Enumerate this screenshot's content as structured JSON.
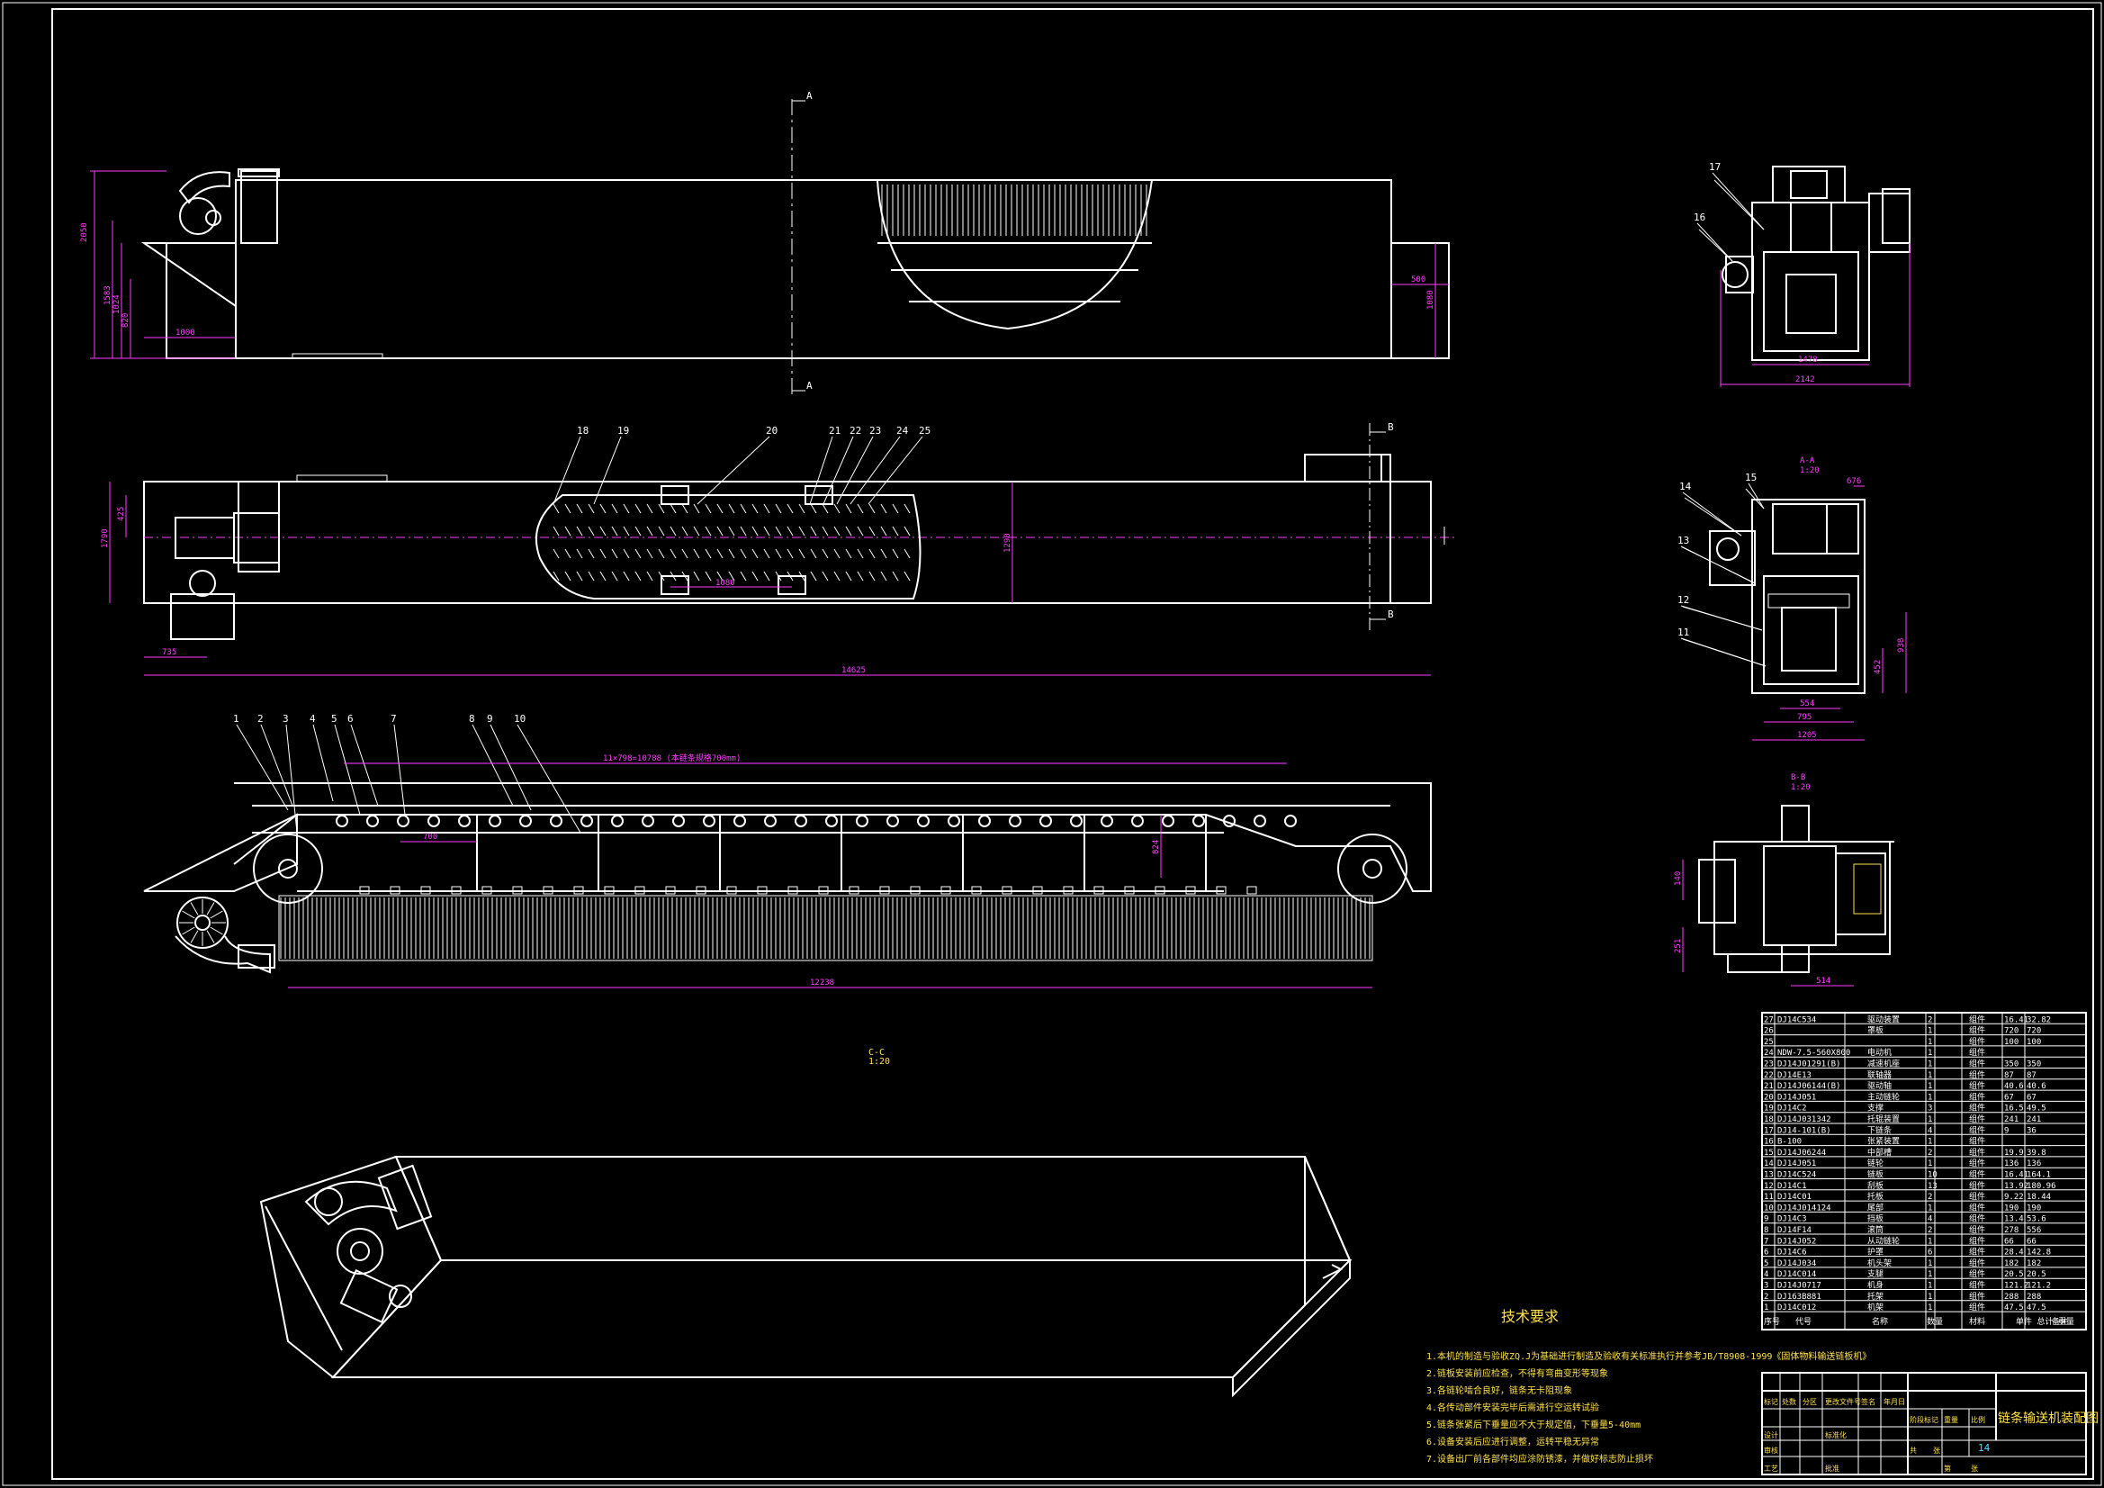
{
  "views": {
    "plan_section_label": "A",
    "side_section_label": "B",
    "section_view_label": "C-C",
    "section_view_scale": "1:20",
    "aa_label": "A-A",
    "aa_scale": "1:20",
    "bb_label": "B-B",
    "bb_scale": "1:20"
  },
  "dimensions": {
    "top_height": "2050",
    "top_h2": "1583",
    "top_h3": "1024",
    "top_h4": "820",
    "top_w1": "1000",
    "top_w2": "500",
    "top_h5": "1080",
    "mid_h1": "1790",
    "mid_h2": "425",
    "mid_w1": "735",
    "mid_total": "14625",
    "mid_pitch": "1080",
    "mid_h3": "1290",
    "side_pitch": "700",
    "side_span": "12238",
    "side_chain": "11×798=10788 (本链条规格700mm)",
    "side_h": "824",
    "right1_w1": "1478",
    "right1_w2": "2142",
    "aa_w": "676",
    "aa_h1": "938",
    "aa_h2": "452",
    "aa_w1": "554",
    "aa_w2": "795",
    "aa_w3": "1205",
    "bb_h1": "140",
    "bb_h2": "251",
    "bb_w1": "514"
  },
  "balloons_mid": [
    "18",
    "19",
    "20",
    "21",
    "22",
    "23",
    "24",
    "25"
  ],
  "balloons_side": [
    "1",
    "2",
    "3",
    "4",
    "5",
    "6",
    "7",
    "8",
    "9",
    "10"
  ],
  "balloons_right_top": [
    "17",
    "16"
  ],
  "balloons_right_aa": [
    "14",
    "15",
    "13",
    "12",
    "11"
  ],
  "tech_requirements": {
    "title": "技术要求",
    "items": [
      "1.本机的制造与验收ZQ.J为基础进行制造及验收有关标准执行并参考JB/T8908-1999《固体物料输送链板机》",
      "2.链板安装前应检查，不得有弯曲变形等现象",
      "3.各链轮啮合良好，链条无卡阻现象",
      "4.各传动部件安装完毕后需进行空运转试验",
      "5.链条张紧后下垂量应不大于规定值，下垂量5-40mm",
      "6.设备安装后应进行调整，运转平稳无异常",
      "7.设备出厂前各部件均应涂防锈漆，并做好标志防止损坏"
    ]
  },
  "bom": {
    "rows": [
      {
        "no": "27",
        "code": "DJ14C534",
        "name": "驱动装置",
        "qty": "2",
        "mat": "组件",
        "w1": "16.41",
        "w2": "32.82"
      },
      {
        "no": "26",
        "code": "",
        "name": "罩板",
        "qty": "1",
        "mat": "组件",
        "w1": "720",
        "w2": "720"
      },
      {
        "no": "25",
        "code": "",
        "name": "",
        "qty": "1",
        "mat": "组件",
        "w1": "100",
        "w2": "100"
      },
      {
        "no": "24",
        "code": "NDW-7.5-560X800",
        "name": "电动机",
        "qty": "1",
        "mat": "组件",
        "w1": "",
        "w2": ""
      },
      {
        "no": "23",
        "code": "DJ14J01291(B)",
        "name": "减速机座",
        "qty": "1",
        "mat": "组件",
        "w1": "350",
        "w2": "350"
      },
      {
        "no": "22",
        "code": "DJ14E13",
        "name": "联轴器",
        "qty": "1",
        "mat": "组件",
        "w1": "87",
        "w2": "87"
      },
      {
        "no": "21",
        "code": "DJ14J06144(B)",
        "name": "驱动轴",
        "qty": "1",
        "mat": "组件",
        "w1": "40.6",
        "w2": "40.6"
      },
      {
        "no": "20",
        "code": "DJ14J051",
        "name": "主动链轮",
        "qty": "1",
        "mat": "组件",
        "w1": "67",
        "w2": "67"
      },
      {
        "no": "19",
        "code": "DJ14C2",
        "name": "支撑",
        "qty": "3",
        "mat": "组件",
        "w1": "16.5",
        "w2": "49.5"
      },
      {
        "no": "18",
        "code": "DJ14J031342",
        "name": "托辊装置",
        "qty": "1",
        "mat": "组件",
        "w1": "241",
        "w2": "241"
      },
      {
        "no": "17",
        "code": "DJ14-101(B)",
        "name": "下链条",
        "qty": "4",
        "mat": "组件",
        "w1": "9",
        "w2": "36"
      },
      {
        "no": "16",
        "code": "B-100",
        "name": "张紧装置",
        "qty": "1",
        "mat": "组件",
        "w1": "",
        "w2": ""
      },
      {
        "no": "15",
        "code": "DJ14J06244",
        "name": "中部槽",
        "qty": "2",
        "mat": "组件",
        "w1": "19.9",
        "w2": "39.8"
      },
      {
        "no": "14",
        "code": "DJ14J051",
        "name": "链轮",
        "qty": "1",
        "mat": "组件",
        "w1": "136",
        "w2": "136"
      },
      {
        "no": "13",
        "code": "DJ14C524",
        "name": "链板",
        "qty": "10",
        "mat": "组件",
        "w1": "16.41",
        "w2": "164.1"
      },
      {
        "no": "12",
        "code": "DJ14C1",
        "name": "刮板",
        "qty": "13",
        "mat": "组件",
        "w1": "13.92",
        "w2": "180.96"
      },
      {
        "no": "11",
        "code": "DJ14C01",
        "name": "托板",
        "qty": "2",
        "mat": "组件",
        "w1": "9.22",
        "w2": "18.44"
      },
      {
        "no": "10",
        "code": "DJ14J014124",
        "name": "尾部",
        "qty": "1",
        "mat": "组件",
        "w1": "190",
        "w2": "190"
      },
      {
        "no": "9",
        "code": "DJ14C3",
        "name": "挡板",
        "qty": "4",
        "mat": "组件",
        "w1": "13.4",
        "w2": "53.6"
      },
      {
        "no": "8",
        "code": "DJ14F14",
        "name": "滚筒",
        "qty": "2",
        "mat": "组件",
        "w1": "278",
        "w2": "556"
      },
      {
        "no": "7",
        "code": "DJ14J052",
        "name": "从动链轮",
        "qty": "1",
        "mat": "组件",
        "w1": "66",
        "w2": "66"
      },
      {
        "no": "6",
        "code": "DJ14C6",
        "name": "护罩",
        "qty": "6",
        "mat": "组件",
        "w1": "28.4",
        "w2": "142.8"
      },
      {
        "no": "5",
        "code": "DJ14J034",
        "name": "机头架",
        "qty": "1",
        "mat": "组件",
        "w1": "182",
        "w2": "182"
      },
      {
        "no": "4",
        "code": "DJ14C014",
        "name": "支腿",
        "qty": "1",
        "mat": "组件",
        "w1": "20.5",
        "w2": "20.5"
      },
      {
        "no": "3",
        "code": "DJ14J0717",
        "name": "机身",
        "qty": "1",
        "mat": "组件",
        "w1": "121.2",
        "w2": "121.2"
      },
      {
        "no": "2",
        "code": "DJ163B881",
        "name": "托架",
        "qty": "1",
        "mat": "组件",
        "w1": "288",
        "w2": "288"
      },
      {
        "no": "1",
        "code": "DJ14C012",
        "name": "机架",
        "qty": "1",
        "mat": "组件",
        "w1": "47.5",
        "w2": "47.5"
      }
    ],
    "header": {
      "no": "序号",
      "code": "代号",
      "name": "名称",
      "qty": "数量",
      "mat": "材料",
      "w": "单件 总计 重量",
      "note": "备注"
    }
  },
  "title_block": {
    "drawing_title": "链条输送机装配图",
    "sheet_count": "14",
    "labels": [
      "标记",
      "处数",
      "分区",
      "更改文件号",
      "签名",
      "年月日",
      "设计",
      "标准化",
      "审核",
      "工艺",
      "批准",
      "阶段标记",
      "重量",
      "比例",
      "共",
      "张",
      "第",
      "张"
    ]
  }
}
